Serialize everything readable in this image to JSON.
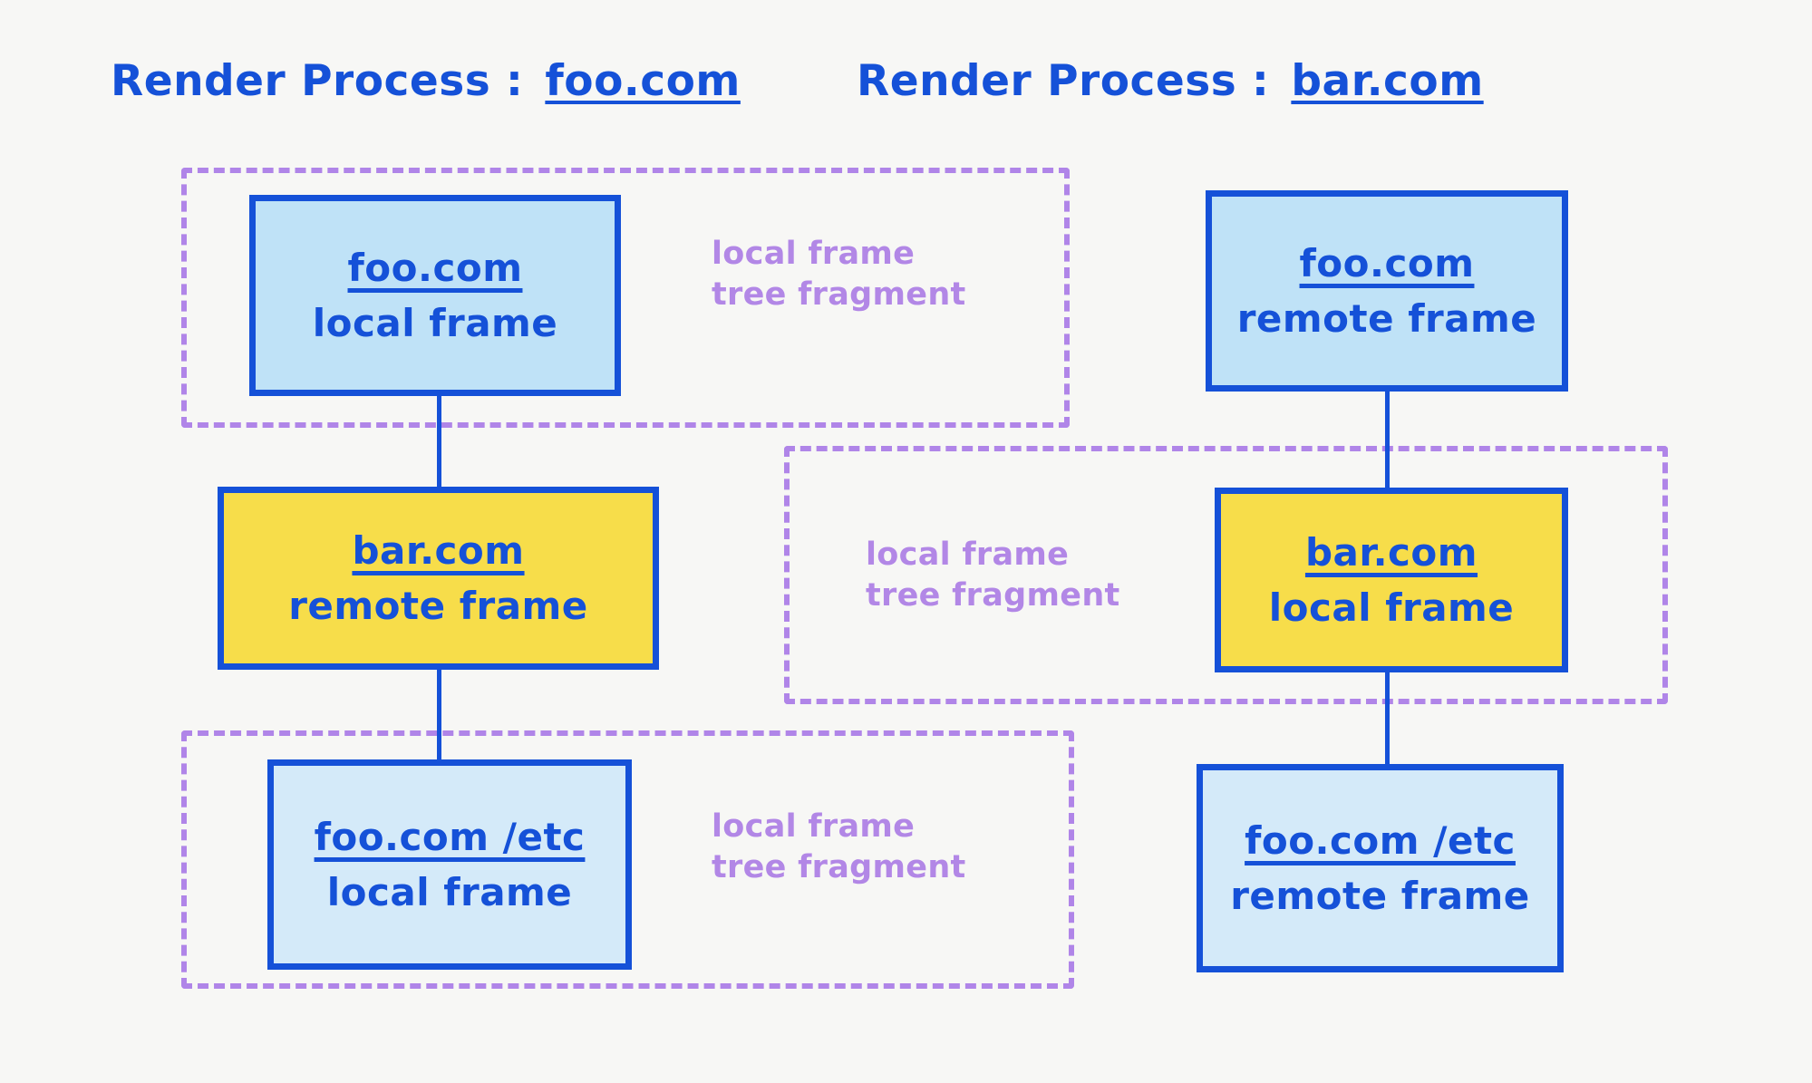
{
  "colors": {
    "background": "#f7f7f5",
    "ink_blue": "#1551d8",
    "frame_blue_fill": "#bfe2f7",
    "frame_blue_light_fill": "#d4eaf9",
    "frame_yellow_fill": "#f7dd4a",
    "fragment_purple": "#b085e8",
    "highlight_blue": "#a9d8f2",
    "highlight_yellow": "#f8e45c"
  },
  "processes": [
    {
      "label": "Render Process :",
      "origin": "foo.com",
      "highlight": "blue"
    },
    {
      "label": "Render Process :",
      "origin": "bar.com",
      "highlight": "yellow"
    }
  ],
  "fragment_caption": "local frame\ntree fragment",
  "fragments": [
    {
      "caption": "local frame\ntree fragment"
    },
    {
      "caption": "local frame\ntree fragment"
    },
    {
      "caption": "local frame\ntree fragment"
    }
  ],
  "left_process_frames": [
    {
      "origin": "foo.com",
      "kind": "local frame"
    },
    {
      "origin": "bar.com",
      "kind": "remote frame"
    },
    {
      "origin": "foo.com /etc",
      "kind": "local frame"
    }
  ],
  "right_process_frames": [
    {
      "origin": "foo.com",
      "kind": "remote frame"
    },
    {
      "origin": "bar.com",
      "kind": "local frame"
    },
    {
      "origin": "foo.com /etc",
      "kind": "remote frame"
    }
  ]
}
